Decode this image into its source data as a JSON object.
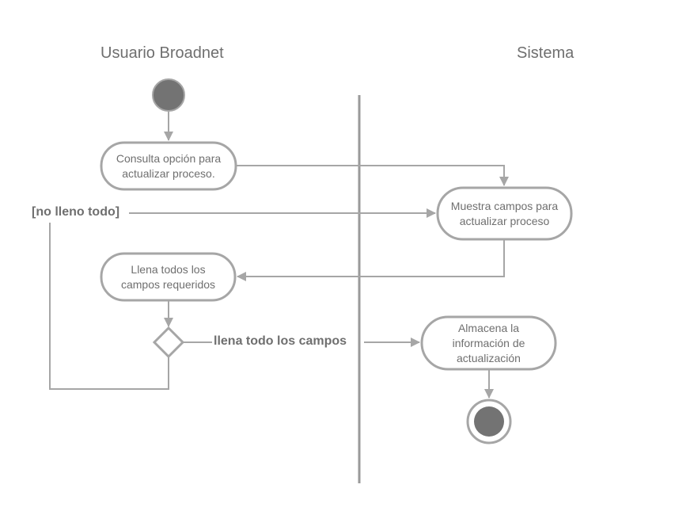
{
  "lanes": {
    "left_title": "Usuario Broadnet",
    "right_title": "Sistema"
  },
  "nodes": {
    "consulta": "Consulta opción para\nactualizar proceso.",
    "muestra": "Muestra campos para\nactualizar proceso",
    "llena": "Llena todos los\ncampos requeridos",
    "almacena": "Almacena la\ninformación de\nactualización"
  },
  "guards": {
    "not_filled": "[no lleno todo]",
    "filled": "llena todo los  campos"
  },
  "colors": {
    "stroke": "#a6a6a6",
    "text": "#6f6f6f",
    "start_fill": "#737373",
    "lane_divider": "#9a9a9a"
  }
}
